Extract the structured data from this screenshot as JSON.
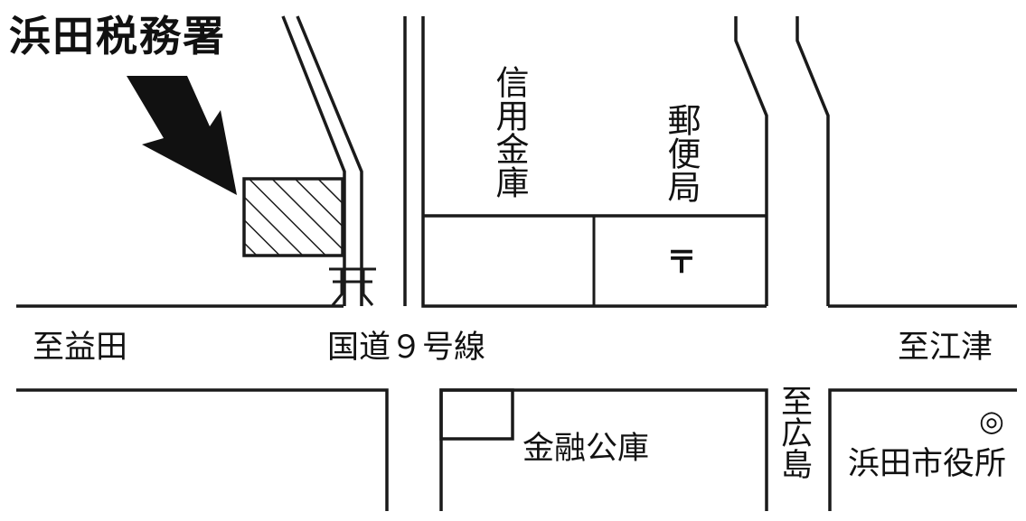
{
  "title": "浜田税務署",
  "roads": {
    "main": "国道９号線",
    "west": "至益田",
    "east": "至江津",
    "south": "至広島"
  },
  "landmarks": {
    "credit_union": "信用金庫",
    "post_office": "郵便局",
    "post_office_symbol": "〒",
    "finance_corp": "金融公庫",
    "city_hall": "浜田市役所",
    "city_hall_symbol": "◎",
    "shrine_symbol": "⛩"
  },
  "colors": {
    "ink": "#1a1a1a",
    "background": "#ffffff"
  }
}
